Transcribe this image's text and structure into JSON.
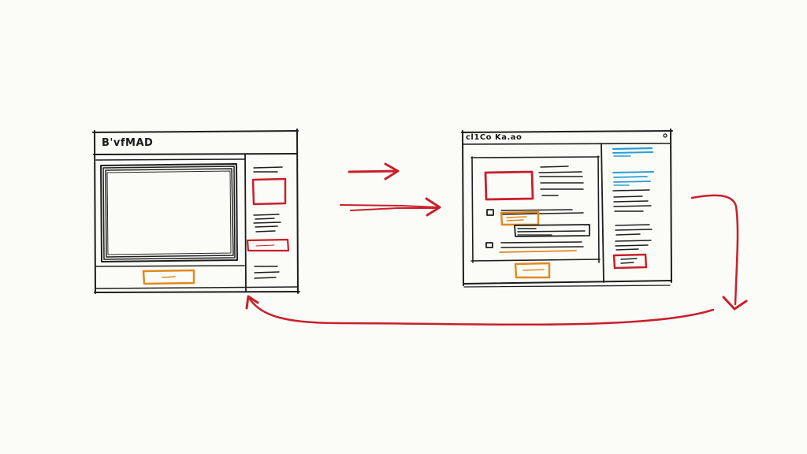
{
  "diagram": {
    "background": "#fbfbf8",
    "colors": {
      "ink": "#1e1e1e",
      "red": "#c8202a",
      "orange": "#e08a1e",
      "blue": "#2a9fd0"
    },
    "left_wireframe": {
      "title": "B'vfMAD",
      "description": "Window with large media/preview area, sidebar with red boxes and orange button"
    },
    "right_wireframe": {
      "title": "cl1Co Ka.ao",
      "description": "Window with content panel (red image box, orange highlights, list items) and blue-text sidebar with red button"
    },
    "arrows": [
      {
        "from": "left_wireframe",
        "to": "right_wireframe",
        "style": "straight",
        "color": "red"
      },
      {
        "from": "left_wireframe",
        "to": "right_wireframe",
        "style": "double-stroke",
        "color": "red"
      },
      {
        "from": "right_wireframe",
        "to": "left_wireframe",
        "style": "curved-return",
        "color": "red"
      }
    ]
  }
}
